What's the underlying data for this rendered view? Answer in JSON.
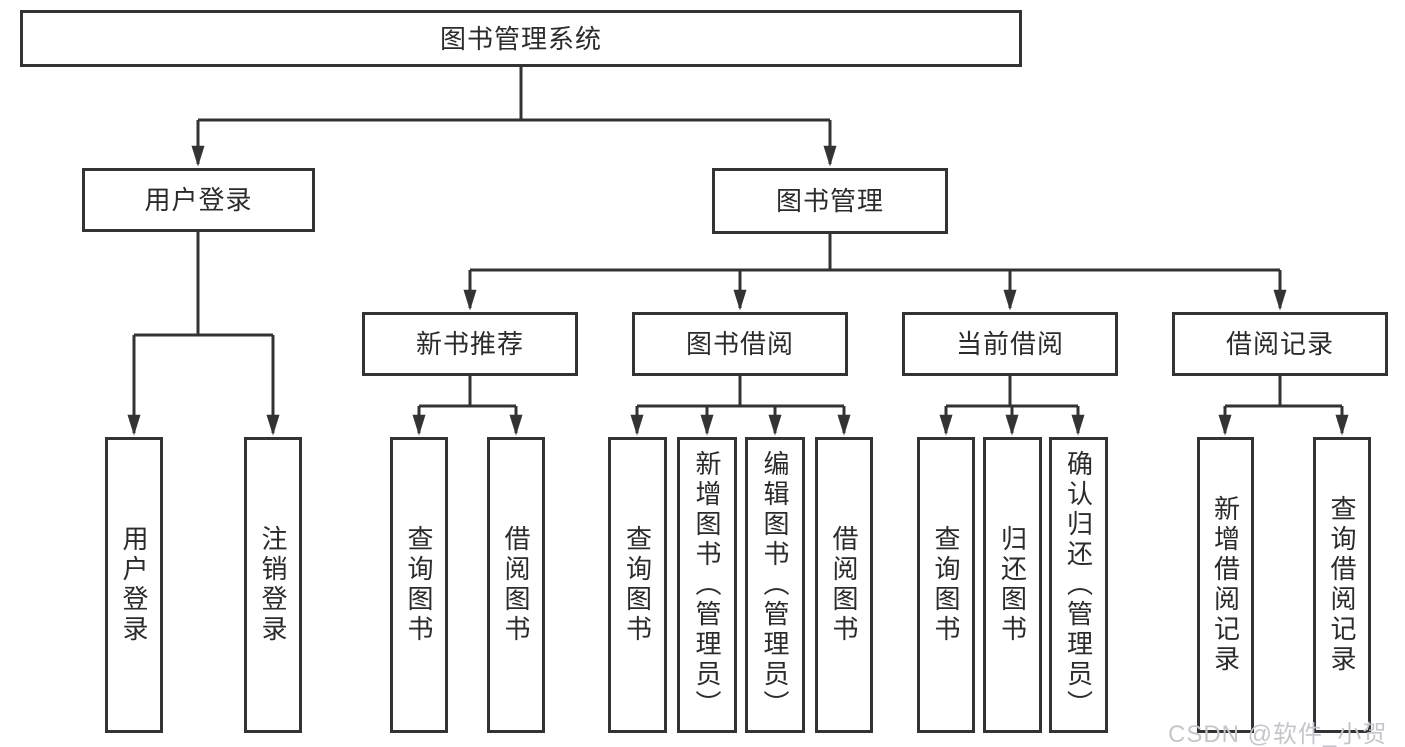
{
  "diagram": {
    "type": "hierarchy-structure-chart",
    "colors": {
      "line": "#333333",
      "box_border": "#333333",
      "box_fill": "#ffffff",
      "text": "#2b2b2b",
      "watermark": "#c3c6cc"
    },
    "hierarchy": {
      "图书管理系统": {
        "用户登录": [
          "用户登录",
          "注销登录"
        ],
        "图书管理": {
          "新书推荐": [
            "查询图书",
            "借阅图书"
          ],
          "图书借阅": [
            "查询图书",
            "新增图书（管理员）",
            "编辑图书（管理员）",
            "借阅图书"
          ],
          "当前借阅": [
            "查询图书",
            "归还图书",
            "确认归还（管理员）"
          ],
          "借阅记录": [
            "新增借阅记录",
            "查询借阅记录"
          ]
        }
      }
    }
  },
  "nodes": {
    "root": {
      "label": "图书管理系统"
    },
    "user_login": {
      "label": "用户登录"
    },
    "book_mgmt": {
      "label": "图书管理"
    },
    "new_book": {
      "label": "新书推荐"
    },
    "book_borrow": {
      "label": "图书借阅"
    },
    "current_borrow": {
      "label": "当前借阅"
    },
    "borrow_records": {
      "label": "借阅记录"
    },
    "leaf_user_login": {
      "label": "用户登录"
    },
    "leaf_logout": {
      "label": "注销登录"
    },
    "leaf_query_book_1": {
      "label": "查询图书"
    },
    "leaf_borrow_book_1": {
      "label": "借阅图书"
    },
    "leaf_query_book_2": {
      "label": "查询图书"
    },
    "leaf_add_book": {
      "label": "新增图书（管理员）"
    },
    "leaf_edit_book": {
      "label": "编辑图书（管理员）"
    },
    "leaf_borrow_book_2": {
      "label": "借阅图书"
    },
    "leaf_query_book_3": {
      "label": "查询图书"
    },
    "leaf_return_book": {
      "label": "归还图书"
    },
    "leaf_confirm_return": {
      "label": "确认归还（管理员）"
    },
    "leaf_add_record": {
      "label": "新增借阅记录"
    },
    "leaf_query_record": {
      "label": "查询借阅记录"
    }
  },
  "watermark": {
    "text": "CSDN @软件_小贺同学"
  }
}
